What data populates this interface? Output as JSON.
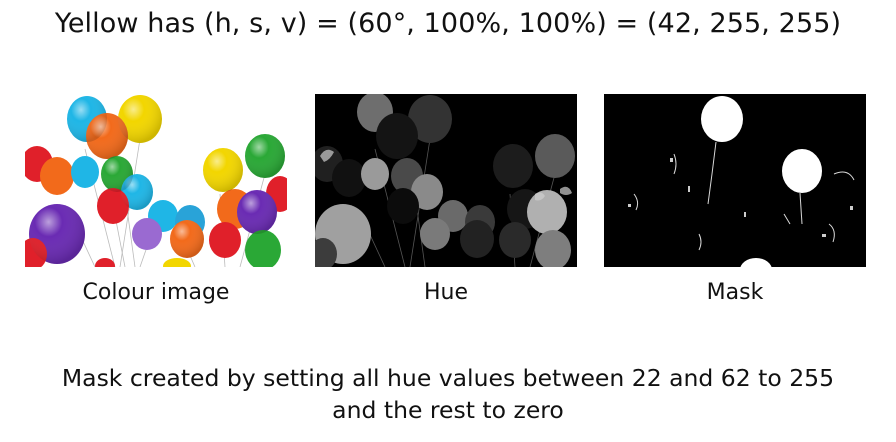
{
  "title": "Yellow has (h, s, v) = (60°, 100%, 100%) = (42, 255, 255)",
  "panels": [
    {
      "caption": "Colour image"
    },
    {
      "caption": "Hue"
    },
    {
      "caption": "Mask"
    }
  ],
  "footer": {
    "line1": "Mask created by setting all hue values between 22 and 62 to 255",
    "line2": "and the rest to zero"
  },
  "colors": {
    "background": "#ffffff",
    "text": "#111111",
    "yellow": "#f2d600",
    "orange": "#f26a1b",
    "red": "#e0202a",
    "cyan": "#1fb6e6",
    "green": "#2aa836",
    "purple": "#6a2bb3"
  }
}
